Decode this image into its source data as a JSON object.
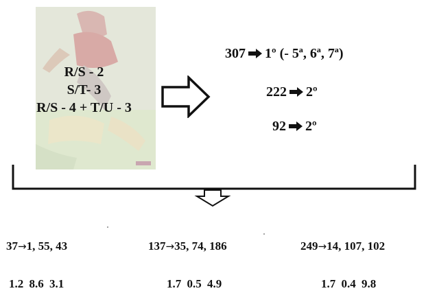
{
  "photo": {
    "lines": [
      "R/S - 2",
      "S/T- 3",
      "R/S - 4 + T/U - 3"
    ]
  },
  "results": [
    {
      "value": "307",
      "label": "1º (- 5ª, 6ª, 7ª)"
    },
    {
      "value": "222",
      "label": "2º"
    },
    {
      "value": "92",
      "label": "2º"
    }
  ],
  "bottom": [
    {
      "value": "37",
      "arrow": "→",
      "items": "1, 55, 43",
      "numbers": "1.2 8.6 3.1"
    },
    {
      "value": "137",
      "arrow": "→",
      "items": "35, 74, 186",
      "numbers": "1.7 0.5 4.9"
    },
    {
      "value": "249",
      "arrow": "→",
      "items": "14, 107, 102",
      "numbers": "1.7 0.4 9.8"
    }
  ],
  "colors": {
    "text": "#111111",
    "photo_bg": "#e3e6d8",
    "arrow_fill": "#111111"
  },
  "icons": [
    "outline-right-arrow-icon",
    "outline-down-arrow-icon",
    "filled-right-arrow-icon"
  ]
}
